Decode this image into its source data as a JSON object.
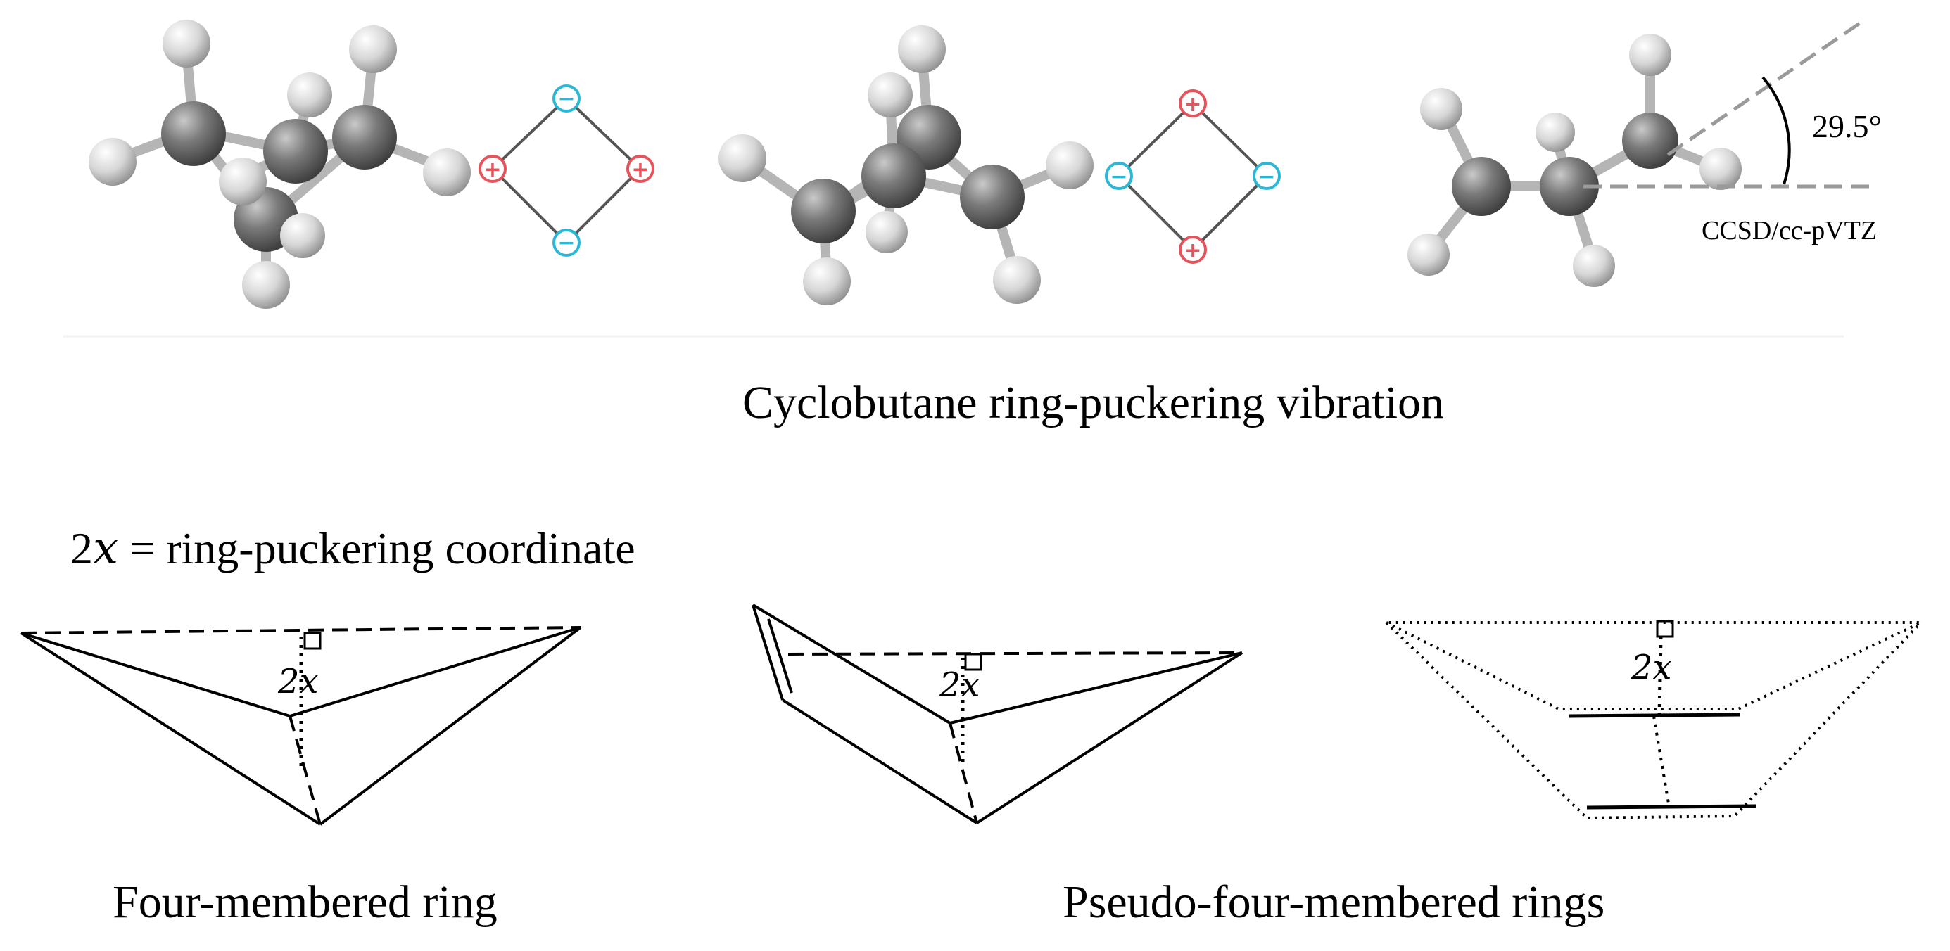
{
  "top_panel": {
    "molecules": [
      {
        "name": "puckered-conformer-a",
        "atoms": [
          "C",
          "C",
          "C",
          "C",
          "H",
          "H",
          "H",
          "H",
          "H",
          "H",
          "H",
          "H"
        ]
      },
      {
        "name": "puckered-conformer-b",
        "atoms": [
          "C",
          "C",
          "C",
          "C",
          "H",
          "H",
          "H",
          "H",
          "H",
          "H",
          "H",
          "H"
        ]
      },
      {
        "name": "equilibrium-structure",
        "atoms": [
          "C",
          "C",
          "C",
          "H",
          "H",
          "H",
          "H",
          "H",
          "H"
        ]
      }
    ],
    "phase_diagrams": [
      {
        "name": "phase-diagram-a",
        "top": "−",
        "right": "+",
        "bottom": "−",
        "left": "+"
      },
      {
        "name": "phase-diagram-b",
        "top": "+",
        "right": "−",
        "bottom": "+",
        "left": "−"
      }
    ],
    "angle_label": "29.5°",
    "method_label": "CCSD/cc-pVTZ",
    "colors": {
      "plus": "#e8525a",
      "minus": "#2bb7d6",
      "carbon": "#6f6f6f",
      "hydrogen": "#d9d9d9"
    }
  },
  "caption_main": "Cyclobutane ring-puckering vibration",
  "coordinate_definition": {
    "symbol": "2x",
    "prefix": "2",
    "var": "x",
    "text": "= ring-puckering coordinate"
  },
  "diagram_labels": {
    "left": "2x",
    "middle": "2x",
    "right": "2x"
  },
  "captions": {
    "left": "Four-membered ring",
    "right": "Pseudo-four-membered rings"
  }
}
